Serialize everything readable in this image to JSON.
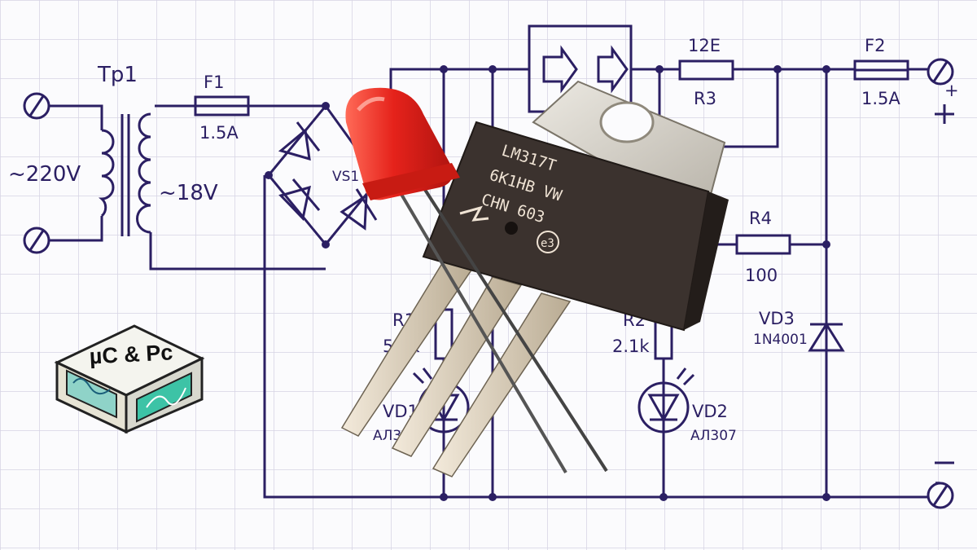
{
  "schematic": {
    "transformer": {
      "ref": "Tp1",
      "primary": "~220V",
      "secondary": "~18V"
    },
    "fuse1": {
      "ref": "F1",
      "rating": "1.5A"
    },
    "bridge": {
      "ref": "VS1"
    },
    "resistor3": {
      "value": "12E",
      "ref": "R3"
    },
    "fuse2": {
      "ref": "F2",
      "rating": "1.5A"
    },
    "out_plus": "+",
    "out_minus": "-",
    "resistor4": {
      "ref": "R4",
      "value": "100"
    },
    "diode3": {
      "ref": "VD3",
      "part": "1N4001"
    },
    "resistor1": {
      "ref": "R1",
      "value": "5.1k"
    },
    "resistor2": {
      "ref": "R2",
      "value": "2.1k"
    },
    "led1": {
      "ref": "VD1",
      "part": "AЛ307"
    },
    "led2": {
      "ref": "VD2",
      "part": "AЛ307"
    }
  },
  "regulator": {
    "line1": "LM317T",
    "line2": "6K1HB VW",
    "line3": "CHN 603",
    "mark": "e3"
  },
  "logo": {
    "text": "µC & Pc"
  },
  "colors": {
    "ink": "#2b1f63",
    "grid": "#d6d3e4",
    "led": "#e5221b",
    "chip": "#3b322e",
    "tab": "#d9d6cf"
  }
}
